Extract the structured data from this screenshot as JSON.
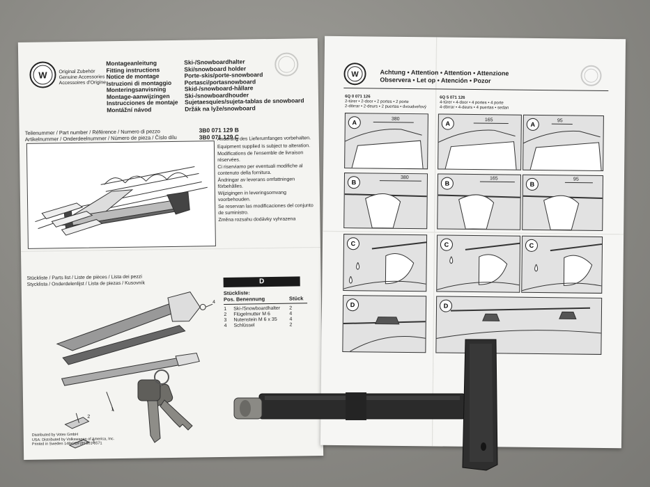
{
  "left_sheet": {
    "logo": "vw-logo",
    "brand_lines": [
      "Original Zubehör",
      "Genuine Accessories",
      "Accessoires d'Origine"
    ],
    "titles_col1": [
      "Montageanleitung",
      "Fitting instructions",
      "Notice de montage",
      "Istruzioni di montaggio",
      "Monteringsanvisning",
      "Montage-aanwijzingen",
      "Instrucciones de montaje",
      "Montážní návod"
    ],
    "titles_col2": [
      "Ski-/Snowboardhalter",
      "Ski/snowboard holder",
      "Porte-skis/porte-snowboard",
      "Portasci/portasnowboard",
      "Skid-/snowboard-hållare",
      "Ski-/snowboardhouder",
      "Sujetaesquíes/sujeta-tablas de snowboard",
      "Držák na lyže/snowboard"
    ],
    "part_number_label_1": "Teilenummer / Part number / Référence / Numero di pezzo",
    "part_number_label_2": "Artikelnummer / Onderdeelnummer / Número de pieza / Číslo dílu",
    "part_numbers": [
      "3B0 071 129 B",
      "3B0 071 129 C"
    ],
    "notes": [
      "Änderung des Lieferumfanges vorbehalten.",
      "Equipment supplied is subject to alteration.",
      "Modifications de l'ensemble de livraison réservées.",
      "Ci riserviamo per eventuali modifiche al contenuto della fornitura.",
      "Ändringar av leverans omfattningen förbehålles.",
      "Wijzigingen in leveringsomvang voorbehouden.",
      "Se reservan las modificaciones del conjunto de suministro.",
      "Změna rozsahu dodávky vyhrazena"
    ],
    "parts_list_label_1": "Stückliste / Parts list / Liste de pièces / Lista dei pezzi",
    "parts_list_label_2": "Stycklista / Onderdelenlijst / Lista de piezas / Kusovník",
    "country_code": "D",
    "table_header_1": "Stückliste:",
    "table_header_2": "Pos. Benennung",
    "table_header_qty": "Stück",
    "parts": [
      {
        "pos": "1",
        "name": "Ski-/Snowboardhalter",
        "qty": "2"
      },
      {
        "pos": "2",
        "name": "Flügelmutter M 6",
        "qty": "4"
      },
      {
        "pos": "3",
        "name": "Nutenstein  M 6 x 35",
        "qty": "4"
      },
      {
        "pos": "4",
        "name": "Schlüssel",
        "qty": "2"
      }
    ],
    "callouts": [
      "1",
      "2",
      "3",
      "4"
    ],
    "footer": [
      "Distributed by Votex GmbH",
      "USA: Distributed by Volkswagen of America, Inc.",
      "Printed in Sweden 148•ODF2H 501-6571"
    ]
  },
  "right_sheet": {
    "logo": "vw-logo",
    "header_line1": "Achtung • Attention • Attention • Attenzione",
    "header_line2": "Observera • Let op • Atención • Pozor",
    "col1_part": "6Q 0 071 126",
    "col1_desc": [
      "2-türer • 2-door • 2 portes • 2 porte",
      "2-dörrar • 2-deurs • 2 puertas • dvoudveřový"
    ],
    "col2_part": "6Q 5 071 126",
    "col2_desc": [
      "4-türer • 4-door • 4 portes • 4 porte",
      "4-dörrar • 4-deurs • 4 puertas • sedan"
    ],
    "steps": [
      "A",
      "B",
      "C",
      "D"
    ],
    "dims": [
      "380",
      "165",
      "95",
      "380",
      "165",
      "95"
    ]
  },
  "colors": {
    "paper": "#f4f4f1",
    "background": "#8d8c88",
    "ink": "#222222",
    "tool": "#2b2b2b"
  },
  "objects": [
    "vw-logo",
    "ski-rack-illustration",
    "keys",
    "t-handle-torque-tool"
  ]
}
